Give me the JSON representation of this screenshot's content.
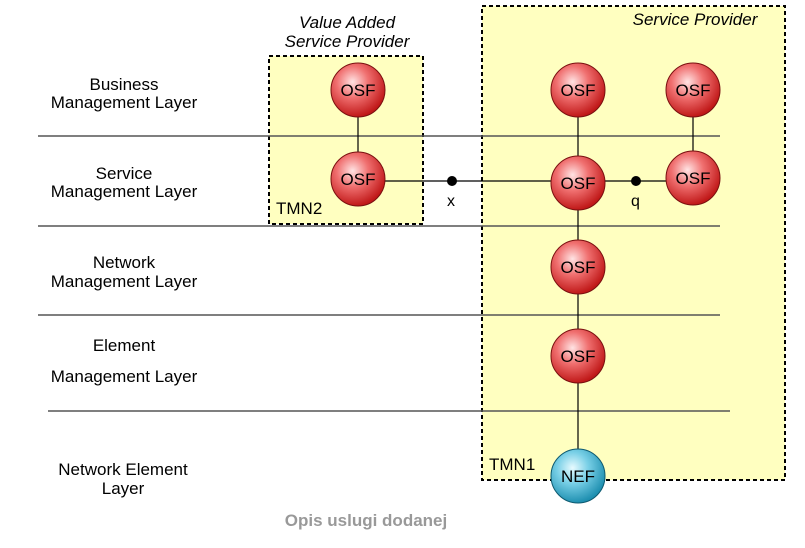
{
  "layers": [
    {
      "line1": "Business",
      "line2": "Management Layer"
    },
    {
      "line1": "Service",
      "line2": "Management Layer"
    },
    {
      "line1": "Network",
      "line2": "Management Layer"
    },
    {
      "line1": "Element",
      "line2": "Management Layer"
    },
    {
      "line1": "Network Element",
      "line2": "Layer"
    }
  ],
  "boxes": {
    "vasp": {
      "title1": "Value Added",
      "title2": "Service Provider",
      "tag": "TMN2"
    },
    "sp": {
      "title": "Service Provider",
      "tag": "TMN1"
    }
  },
  "nodes": {
    "osf_label": "OSF",
    "nef_label": "NEF"
  },
  "points": {
    "x": "x",
    "q": "q"
  },
  "caption": "Opis uslugi dodanej",
  "colors": {
    "box_fill": "#ffffc0",
    "osf": "#e03030",
    "nef": "#30a8c8"
  }
}
